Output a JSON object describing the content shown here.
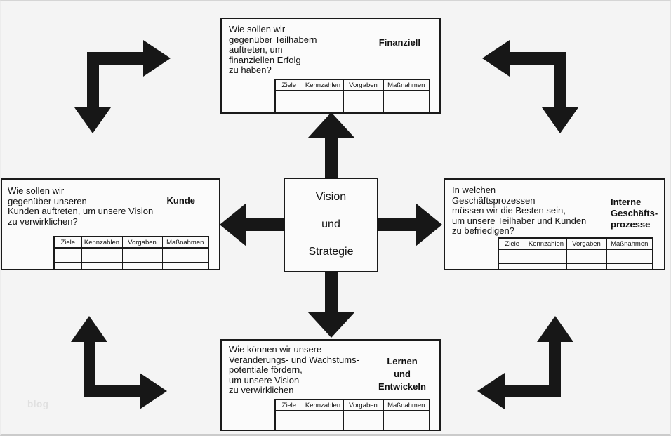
{
  "watermark": "blog",
  "colors": {
    "background": "#f4f4f4",
    "box_fill": "#fbfbfb",
    "line": "#1a1a1a",
    "arrow": "#171717",
    "watermark": "#e0e0e0"
  },
  "center_box": {
    "lines": [
      "Vision",
      "und",
      "Strategie"
    ]
  },
  "table_template": {
    "headers": [
      "Ziele",
      "Kennzahlen",
      "Vorgaben",
      "Maßnahmen"
    ],
    "body_rows": 2,
    "cells_empty": true
  },
  "perspectives": {
    "finanziell": {
      "title": "Finanziell",
      "question_lines": [
        "Wie sollen wir",
        "gegenüber Teilhabern",
        "auftreten, um",
        "finanziellen Erfolg",
        "zu haben?"
      ]
    },
    "kunde": {
      "title": "Kunde",
      "question_lines": [
        "Wie sollen wir",
        "gegenüber unseren",
        "Kunden auftreten, um unsere Vision",
        "zu verwirklichen?"
      ]
    },
    "interne": {
      "title_lines": [
        "Interne",
        "Geschäfts-",
        "prozesse"
      ],
      "question_lines": [
        "In welchen",
        "Geschäftsprozessen",
        "müssen wir die Besten sein,",
        "um unsere Teilhaber und Kunden",
        "zu befriedigen?"
      ]
    },
    "lernen": {
      "title_lines": [
        "Lernen",
        "und",
        "Entwickeln"
      ],
      "question_lines": [
        "Wie können wir unsere",
        "Veränderungs- und Wachstums-",
        "potentiale fördern,",
        "um unsere Vision",
        "zu verwirklichen"
      ]
    }
  },
  "icons": {
    "corner_arrows": [
      "bent-arrow-top-left",
      "bent-arrow-top-right",
      "bent-arrow-bottom-left",
      "bent-arrow-bottom-right"
    ],
    "cross_arrows": [
      "arrow-up",
      "arrow-down",
      "arrow-left",
      "arrow-right"
    ]
  }
}
